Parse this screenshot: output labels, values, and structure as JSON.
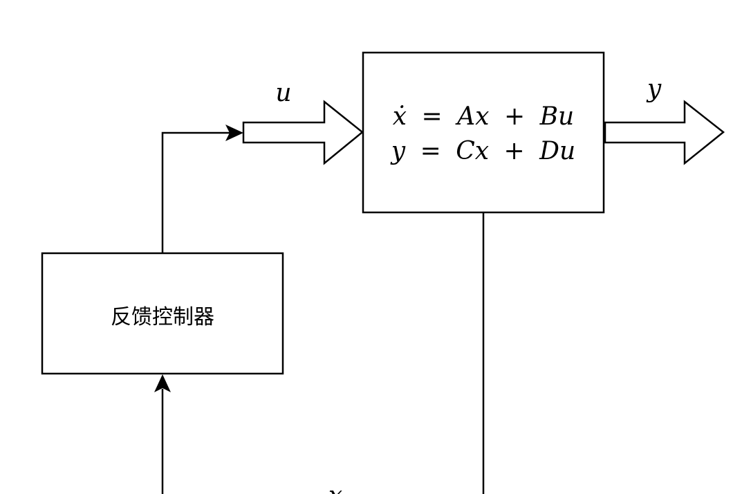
{
  "blocks": {
    "plant": {
      "equations": {
        "line1": {
          "lhs": "ẋ",
          "eq": "=",
          "t1": "Ax",
          "plus": "+",
          "t2": "Bu"
        },
        "line2": {
          "lhs": "y",
          "eq": "=",
          "t1": "Cx",
          "plus": "+",
          "t2": "Du"
        }
      }
    },
    "controller": {
      "label": "反馈控制器"
    }
  },
  "signals": {
    "input": "u",
    "output": "y",
    "state": "x"
  }
}
